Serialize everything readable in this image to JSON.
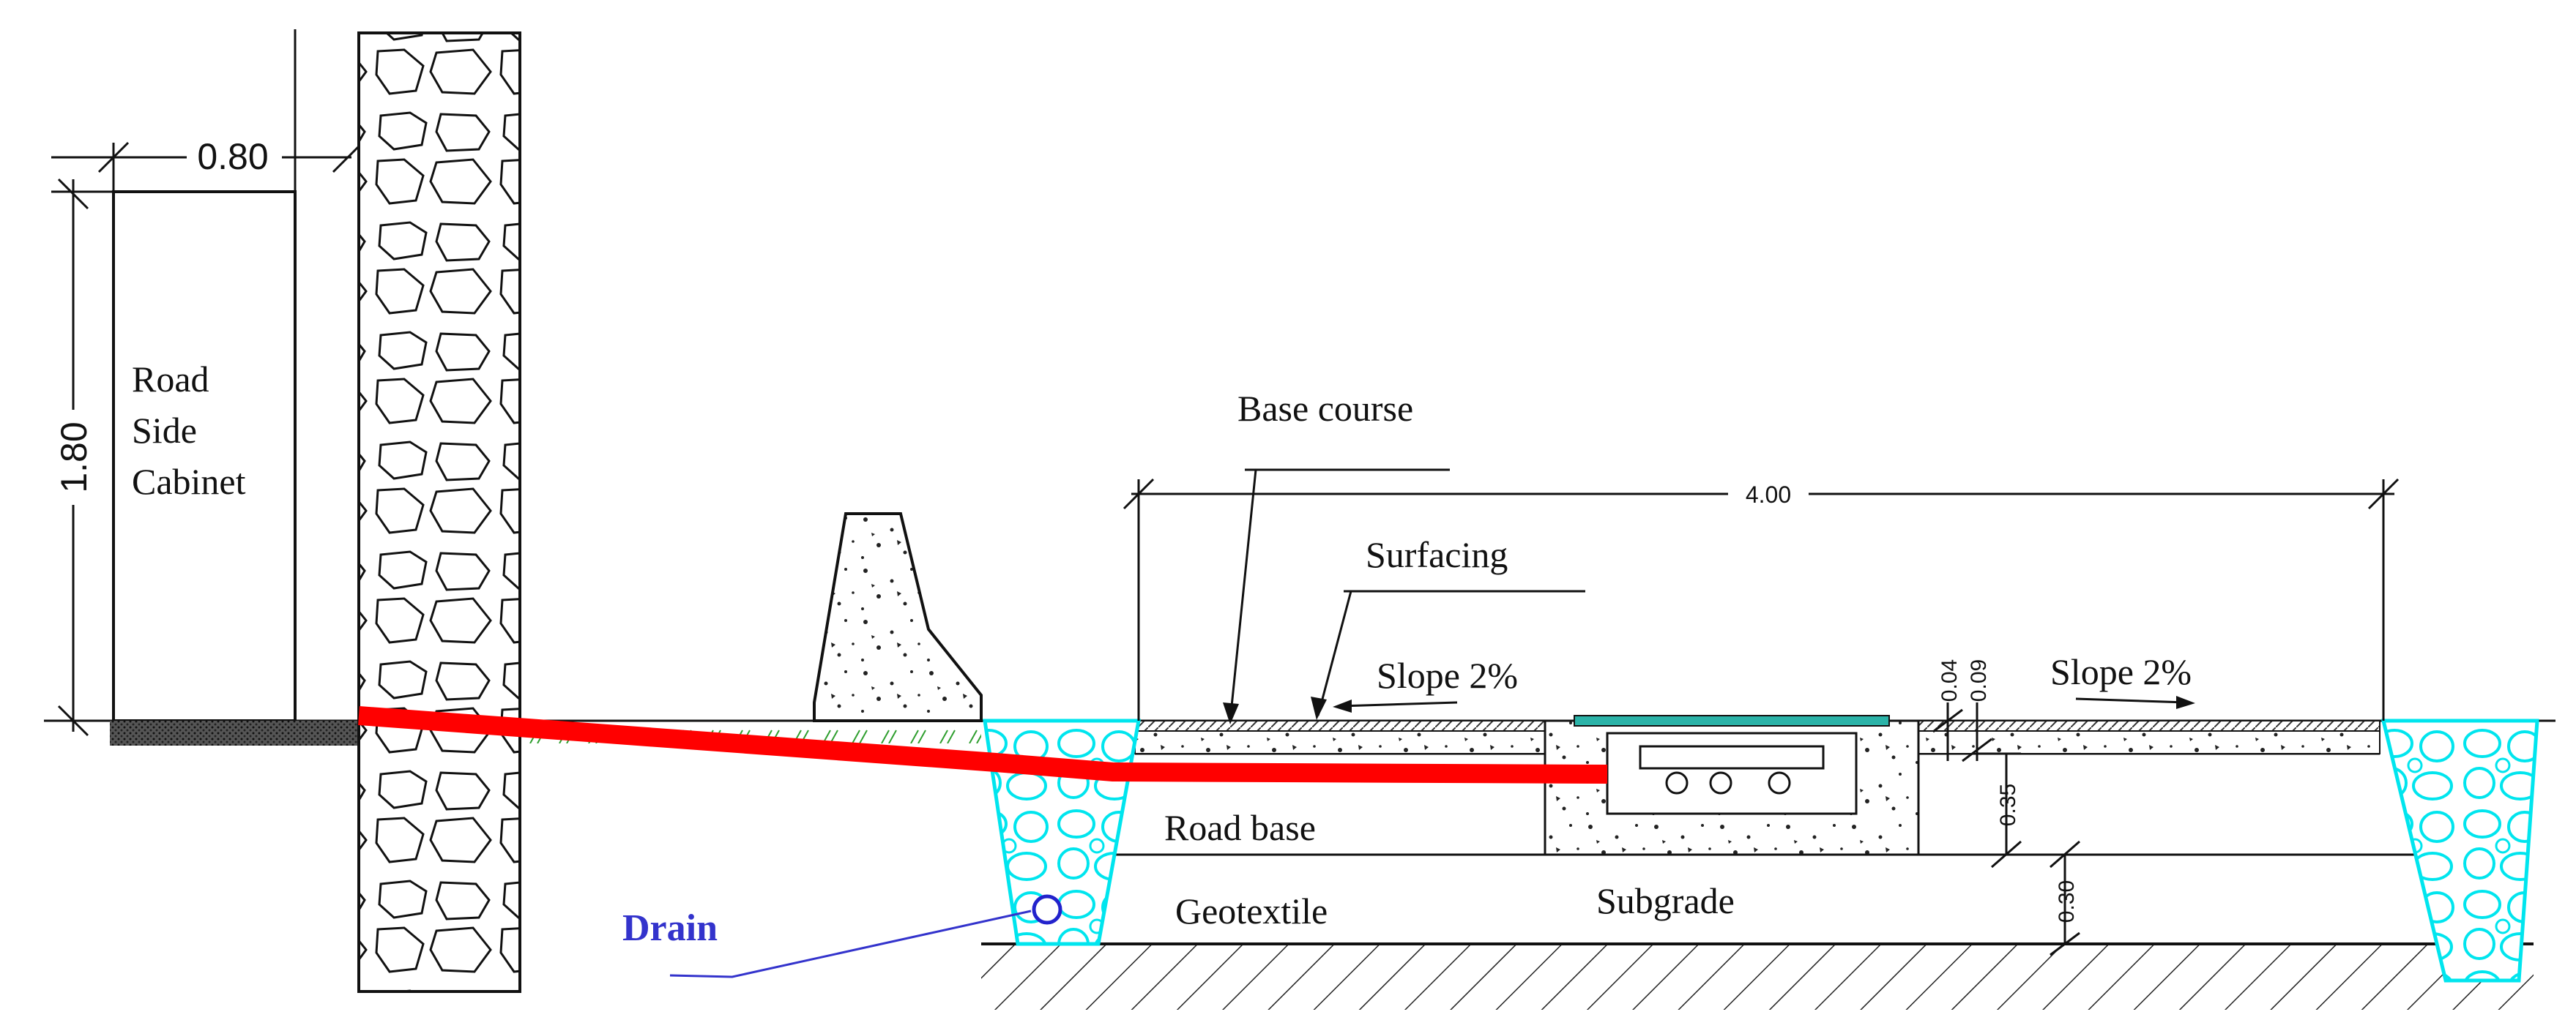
{
  "labels": {
    "cabinet_line1": "Road",
    "cabinet_line2": "Side",
    "cabinet_line3": "Cabinet",
    "base_course": "Base course",
    "surfacing": "Surfacing",
    "slope_left": "Slope 2%",
    "slope_right": "Slope 2%",
    "road_base": "Road base",
    "geotextile": "Geotextile",
    "subgrade": "Subgrade",
    "drain": "Drain"
  },
  "dimensions": {
    "cabinet_width": "0.80",
    "cabinet_height": "1.80",
    "road_width": "4.00",
    "surfacing_thickness": "0.04",
    "base_course_thickness": "0.09",
    "road_base_thickness": "0.35",
    "subgrade_thickness": "0.30"
  },
  "colors": {
    "line": "#111111",
    "cable": "#ff0000",
    "gravel_drain": "#00e5ee",
    "drain_label": "#3333cc",
    "cover_plate": "#2bb3a8",
    "grass": "#2e9e2e"
  }
}
